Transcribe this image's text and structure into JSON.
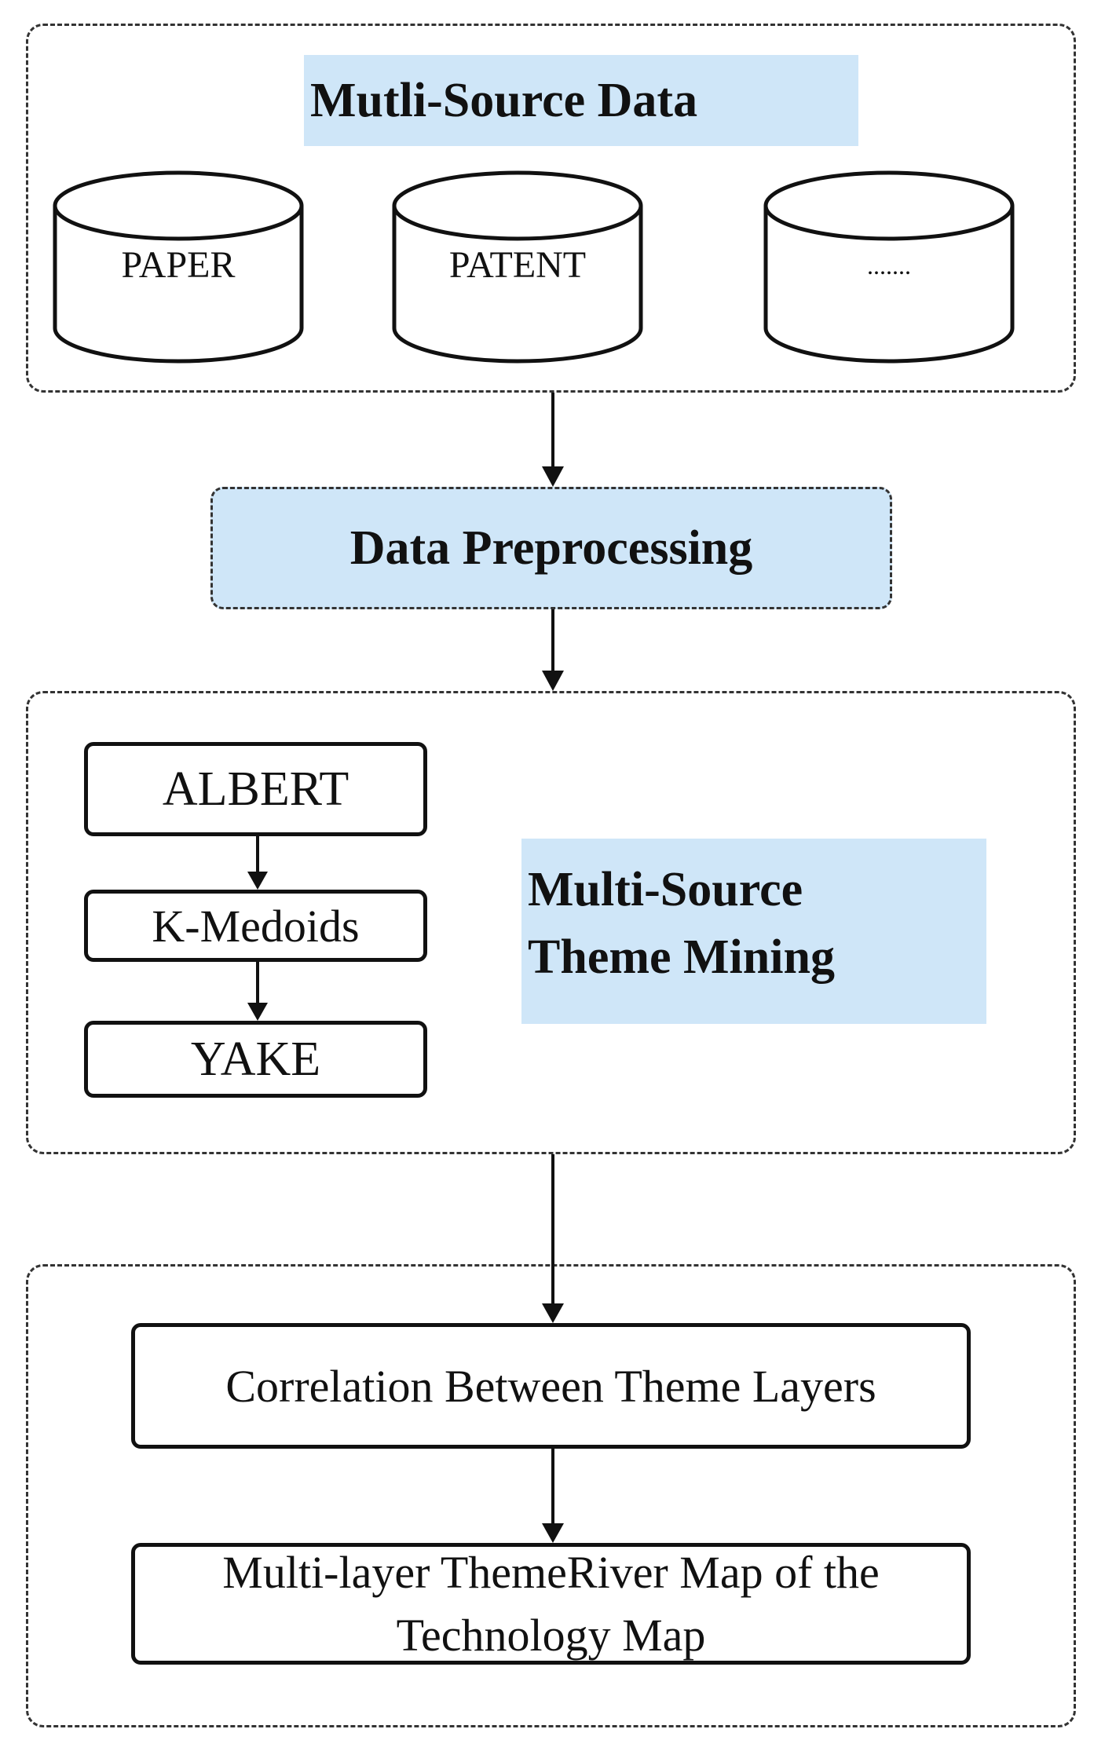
{
  "source_group": {
    "title": "Mutli-Source Data",
    "databases": [
      "PAPER",
      "PATENT",
      "......."
    ]
  },
  "preprocessing": {
    "label": "Data Preprocessing"
  },
  "theme_mining": {
    "title_line1": "Multi-Source",
    "title_line2": "Theme Mining",
    "steps": [
      "ALBERT",
      "K-Medoids",
      "YAKE"
    ]
  },
  "output_group": {
    "correlation": "Correlation Between Theme Layers",
    "map_line1": "Multi-layer ThemeRiver Map of the",
    "map_line2": "Technology Map"
  },
  "colors": {
    "highlight": "#cfe6f8",
    "stroke": "#111111",
    "dash": "#333333"
  }
}
